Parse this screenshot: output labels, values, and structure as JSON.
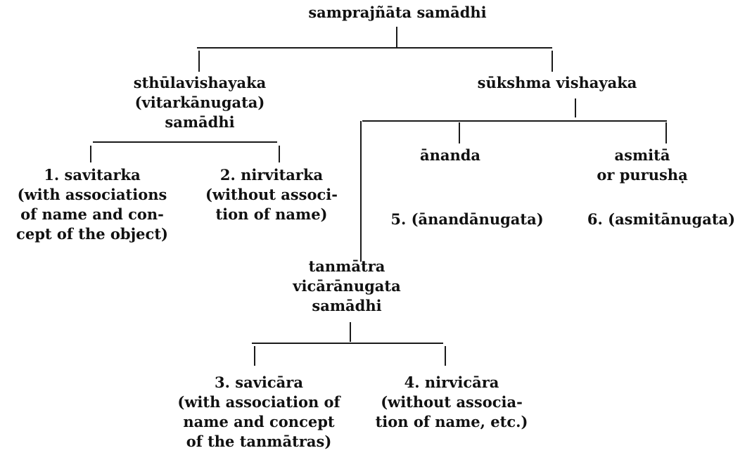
{
  "diagram": {
    "type": "tree",
    "root": {
      "label": "samprajñāta samādhi"
    },
    "sthula": {
      "lines": [
        "sthūlavishayaka",
        "(vitarkānugata)",
        "samādhi"
      ]
    },
    "sukshma": {
      "lines": [
        "sūkshma vishayaka"
      ]
    },
    "savitarka": {
      "lines": [
        "1. savitarka",
        "(with associations",
        "of name and con-",
        "cept of the object)"
      ]
    },
    "nirvitarka": {
      "lines": [
        "2. nirvitarka",
        "(without associ-",
        "tion of name)"
      ]
    },
    "ananda": {
      "lines": [
        "ānanda"
      ]
    },
    "asmita": {
      "lines": [
        "asmitā",
        "or purushạ"
      ]
    },
    "anandanugata": {
      "label": "5. (ānandānugata)"
    },
    "asmitanugata": {
      "label": "6. (asmitānugata)"
    },
    "tanmatra": {
      "lines": [
        "tanmātra",
        "vicārānugata",
        "samādhi"
      ]
    },
    "savicara": {
      "lines": [
        "3. savicāra",
        "(with association of",
        "name and concept",
        "of the tanmātras)"
      ]
    },
    "nirvicara": {
      "lines": [
        "4. nirvicāra",
        "(without associa-",
        "tion of name, etc.)"
      ]
    }
  }
}
